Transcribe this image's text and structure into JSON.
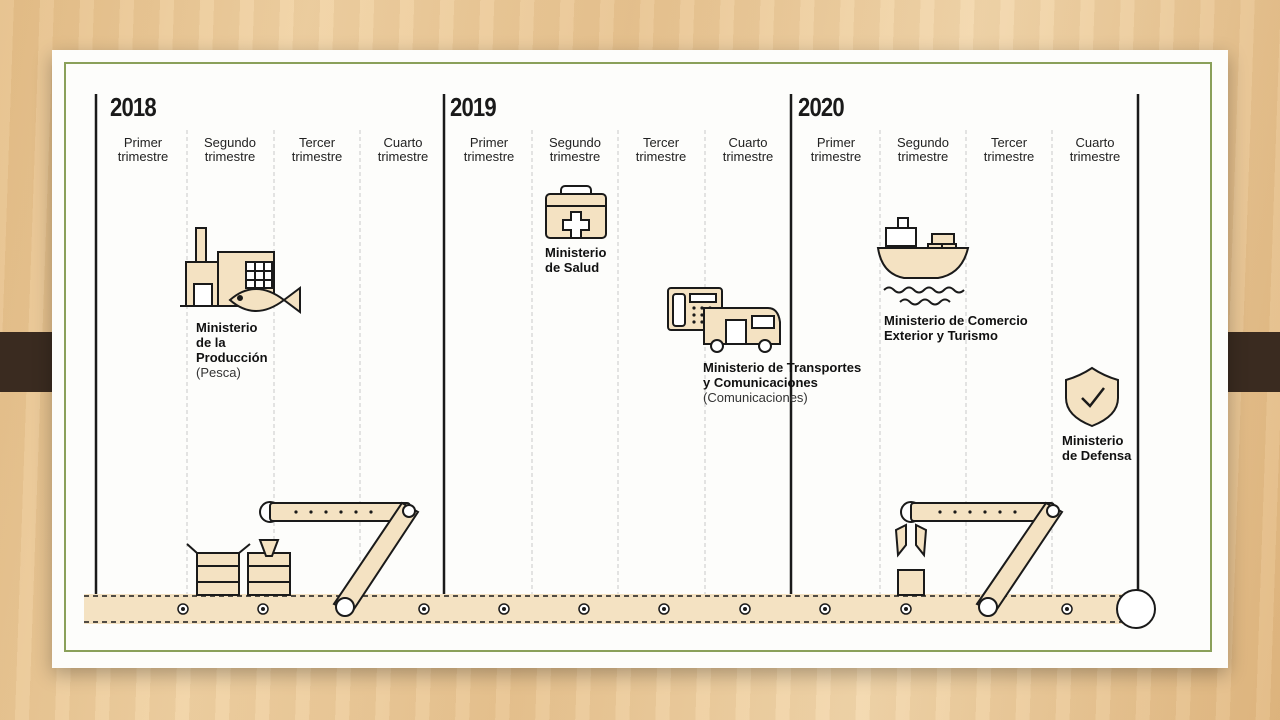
{
  "years": [
    {
      "label": "2018"
    },
    {
      "label": "2019"
    },
    {
      "label": "2020"
    }
  ],
  "quarters": [
    {
      "line1": "Primer",
      "line2": "trimestre"
    },
    {
      "line1": "Segundo",
      "line2": "trimestre"
    },
    {
      "line1": "Tercer",
      "line2": "trimestre"
    },
    {
      "line1": "Cuarto",
      "line2": "trimestre"
    }
  ],
  "ministries": {
    "produccion": {
      "name_line1": "Ministerio",
      "name_line2": "de la",
      "name_line3": "Producción",
      "note": "(Pesca)",
      "icon": "factory-fish-icon"
    },
    "salud": {
      "name_line1": "Ministerio",
      "name_line2": "de Salud",
      "icon": "medical-kit-icon"
    },
    "transportes": {
      "name_line1": "Ministerio de Transportes",
      "name_line2": "y Comunicaciones",
      "note": "(Comunicaciones)",
      "icon": "phone-bus-icon"
    },
    "comercio": {
      "name_line1": "Ministerio de Comercio",
      "name_line2": "Exterior y Turismo",
      "icon": "cargo-ship-icon"
    },
    "defensa": {
      "name_line1": "Ministerio",
      "name_line2": "de Defensa",
      "icon": "shield-check-icon"
    }
  },
  "colors": {
    "accent_fill": "#f4e2c2",
    "ink": "#1a1a1a",
    "frame_green": "#8aa05a",
    "strap": "#3a2b20"
  }
}
